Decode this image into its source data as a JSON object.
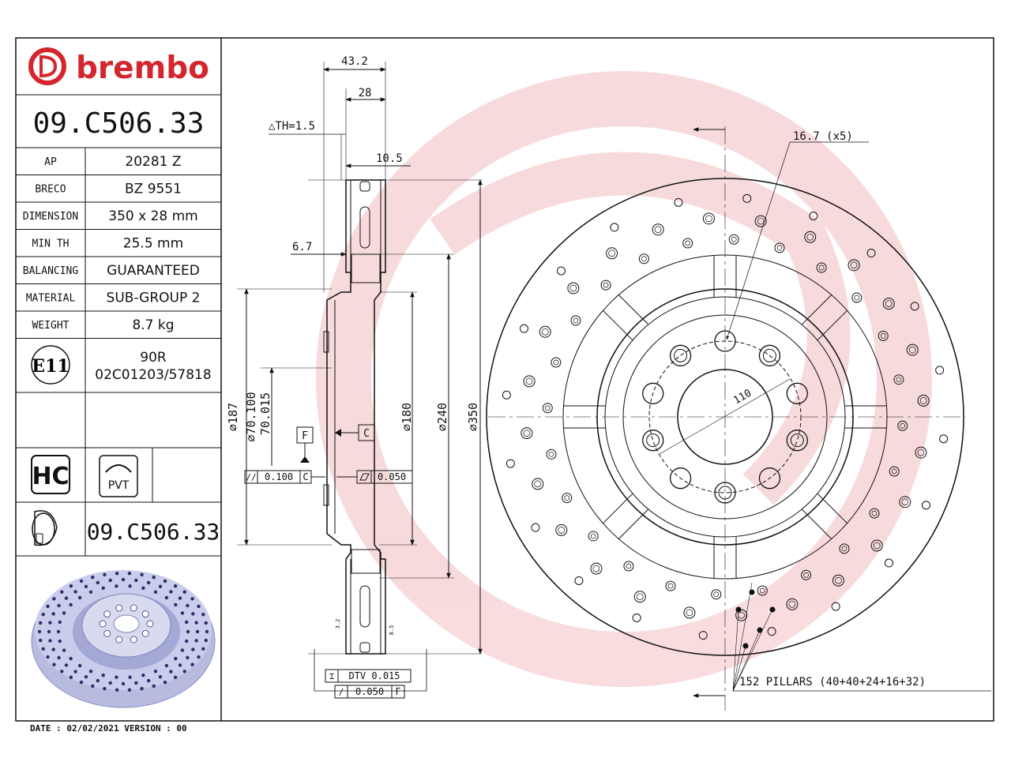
{
  "brand": {
    "name": "brembo",
    "color": "#d4262f"
  },
  "part_number": "09.C506.33",
  "specs": [
    {
      "label": "AP",
      "value": "20281 Z"
    },
    {
      "label": "BRECO",
      "value": "BZ 9551"
    },
    {
      "label": "DIMENSION",
      "value": "350 x 28 mm"
    },
    {
      "label": "MIN TH",
      "value": "25.5 mm"
    },
    {
      "label": "BALANCING",
      "value": "GUARANTEED"
    },
    {
      "label": "MATERIAL",
      "value": "SUB-GROUP 2"
    },
    {
      "label": "WEIGHT",
      "value": "8.7 kg"
    }
  ],
  "approval": {
    "mark": "E11",
    "line1": "90R",
    "line2": "02C01203/57818"
  },
  "badges": {
    "hc": "HC",
    "pvt": "PVT",
    "part_number_repeat": "09.C506.33"
  },
  "footer": "DATE : 02/02/2021 VERSION : 00",
  "dimensions": {
    "total_width": "43.2",
    "thickness": "28",
    "th_delta": "△TH=1.5",
    "friction_ring": "10.5",
    "hat_wall": "6.7",
    "d_pcd_hole": "16.7 (x5)",
    "bolt_circle": "110",
    "d187": "⌀187",
    "d70": "⌀70.100",
    "d70b": "70.015",
    "d180": "⌀180",
    "d240": "⌀240",
    "d350": "⌀350",
    "datum_f": "F",
    "datum_c": "C",
    "parallelism": "0.100",
    "flatness": "0.050",
    "dtv": "DTV 0.015",
    "runout": "0.050",
    "runout_datum": "F",
    "pillars": "152 PILLARS (40+40+24+16+32)",
    "small_marks": [
      "3.2",
      "8.5"
    ]
  }
}
